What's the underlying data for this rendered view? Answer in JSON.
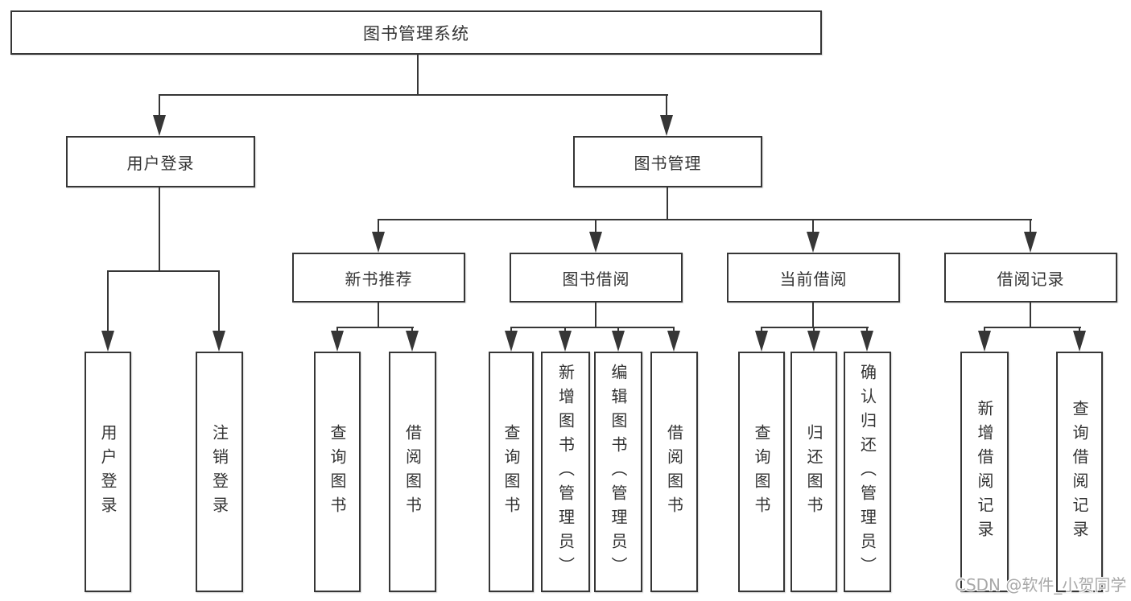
{
  "diagram_type": "hierarchy-tree",
  "colors": {
    "line": "#363636",
    "box_border": "#363636",
    "text": "#333333",
    "background": "#ffffff",
    "watermark": "#a9a9a9"
  },
  "tree": {
    "root": {
      "label": "图书管理系统"
    },
    "branches": [
      {
        "label": "用户登录",
        "children": [
          {
            "label": "用户登录"
          },
          {
            "label": "注销登录"
          }
        ]
      },
      {
        "label": "图书管理",
        "children": [
          {
            "label": "新书推荐",
            "children": [
              {
                "label": "查询图书"
              },
              {
                "label": "借阅图书"
              }
            ]
          },
          {
            "label": "图书借阅",
            "children": [
              {
                "label": "查询图书"
              },
              {
                "label": "新增图书（管理员）"
              },
              {
                "label": "编辑图书（管理员）"
              },
              {
                "label": "借阅图书"
              }
            ]
          },
          {
            "label": "当前借阅",
            "children": [
              {
                "label": "查询图书"
              },
              {
                "label": "归还图书"
              },
              {
                "label": "确认归还（管理员）"
              }
            ]
          },
          {
            "label": "借阅记录",
            "children": [
              {
                "label": "新增借阅记录"
              },
              {
                "label": "查询借阅记录"
              }
            ]
          }
        ]
      }
    ]
  },
  "watermark": {
    "text": "CSDN @软件_小贺同学"
  }
}
